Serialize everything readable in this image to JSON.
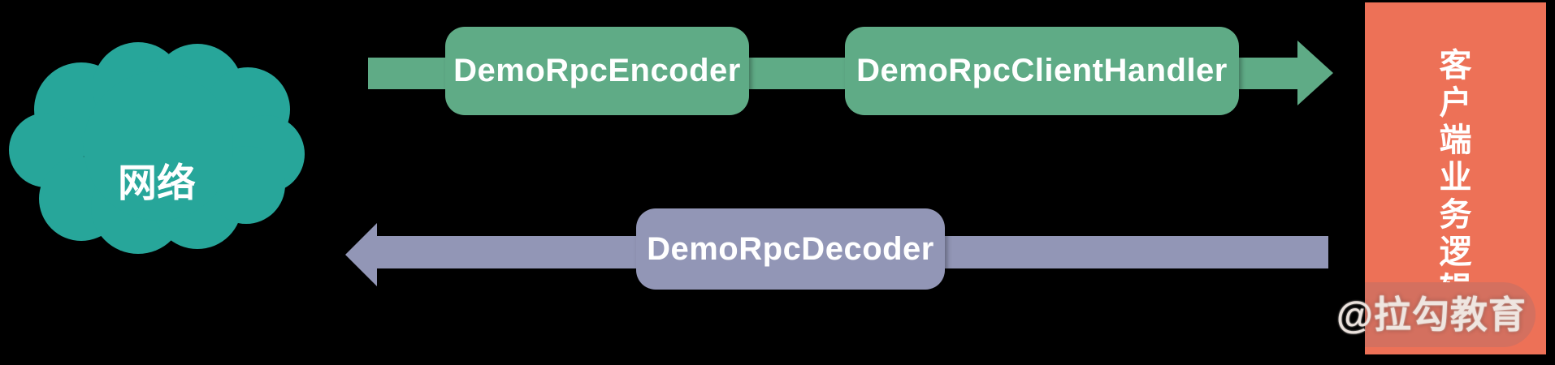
{
  "diagram": {
    "background_color": "#000000",
    "text_color": "#FFFFFF",
    "cloud": {
      "label": "网络",
      "color": "#27A69A"
    },
    "request_flow": {
      "direction": "left-to-right",
      "color": "#5FAB86",
      "boxes": [
        {
          "label": "DemoRpcEncoder"
        },
        {
          "label": "DemoRpcClientHandler"
        }
      ]
    },
    "response_flow": {
      "direction": "right-to-left",
      "color": "#9296B6",
      "boxes": [
        {
          "label": "DemoRpcDecoder"
        }
      ]
    },
    "client_bar": {
      "label": "客户端业务逻辑",
      "color": "#ED7157"
    },
    "watermark": {
      "label": "@拉勾教育"
    }
  }
}
